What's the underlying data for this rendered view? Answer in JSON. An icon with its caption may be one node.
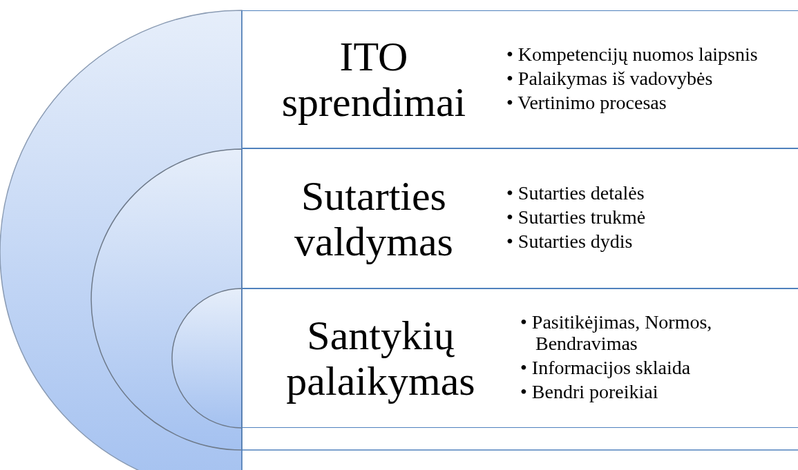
{
  "diagram": {
    "nodes": [
      {
        "text": [
          "ITO sprendimai",
          "• Kompetencijų nuomos laipsnis",
          "• Palaikymas iš vadovybės",
          "• Vertinimo procesas"
        ]
      },
      {
        "text": [
          "Sutarties valdymas",
          "• Sutarties detalės",
          "• Sutarties trukmė",
          "• Sutarties dydis"
        ]
      },
      {
        "text": [
          "Santykių palaikymas",
          "• Pasitikėjimas, Normos, Bendravimas",
          "• Informacijos sklaida",
          "• Bendri poreikiai"
        ]
      }
    ]
  }
}
